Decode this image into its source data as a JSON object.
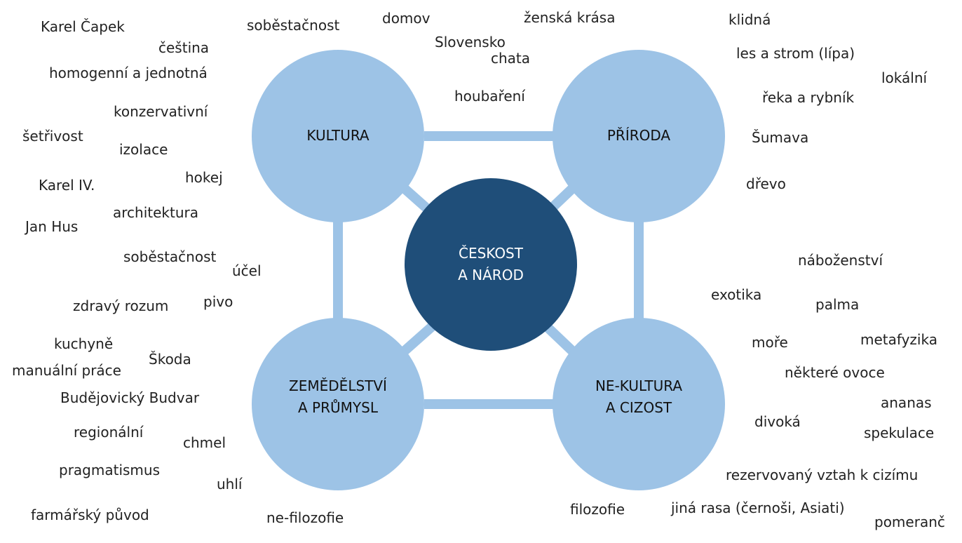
{
  "colors": {
    "outer_circle": "#9dc3e6",
    "hub_circle": "#1f4e79",
    "connector": "#9dc3e6",
    "hub_text": "#ffffff",
    "text": "#222222"
  },
  "hub": {
    "line1": "ČESKOST",
    "line2": "A NÁROD"
  },
  "nodes": {
    "kultura": {
      "line1": "KULTURA"
    },
    "priroda": {
      "line1": "PŘÍRODA"
    },
    "zemedelstvi": {
      "line1": "ZEMĚDĚLSTVÍ",
      "line2": "A PRŮMYSL"
    },
    "nekultura": {
      "line1": "NE-KULTURA",
      "line2": "A CIZOST"
    }
  },
  "terms": [
    "Karel Čapek",
    "čeština",
    "homogenní a jednotná",
    "konzervativní",
    "šetřivost",
    "izolace",
    "hokej",
    "Karel IV.",
    "architektura",
    "Jan Hus",
    "soběstačnost",
    "účel",
    "zdravý rozum",
    "pivo",
    "kuchyně",
    "Škoda",
    "manuální práce",
    "Budějovický Budvar",
    "regionální",
    "chmel",
    "pragmatismus",
    "uhlí",
    "farmářský původ",
    "ne-filozofie",
    "soběstačnost",
    "domov",
    "ženská krása",
    "Slovensko",
    "chata",
    "houbaření",
    "klidná",
    "les a strom (lípa)",
    "lokální",
    "řeka a rybník",
    "Šumava",
    "dřevo",
    "náboženství",
    "exotika",
    "palma",
    "moře",
    "metafyzika",
    "některé ovoce",
    "ananas",
    "divoká",
    "spekulace",
    "rezervovaný vztah k cizímu",
    "filozofie",
    "jiná rasa (černoši, Asiati)",
    "pomeranč"
  ]
}
